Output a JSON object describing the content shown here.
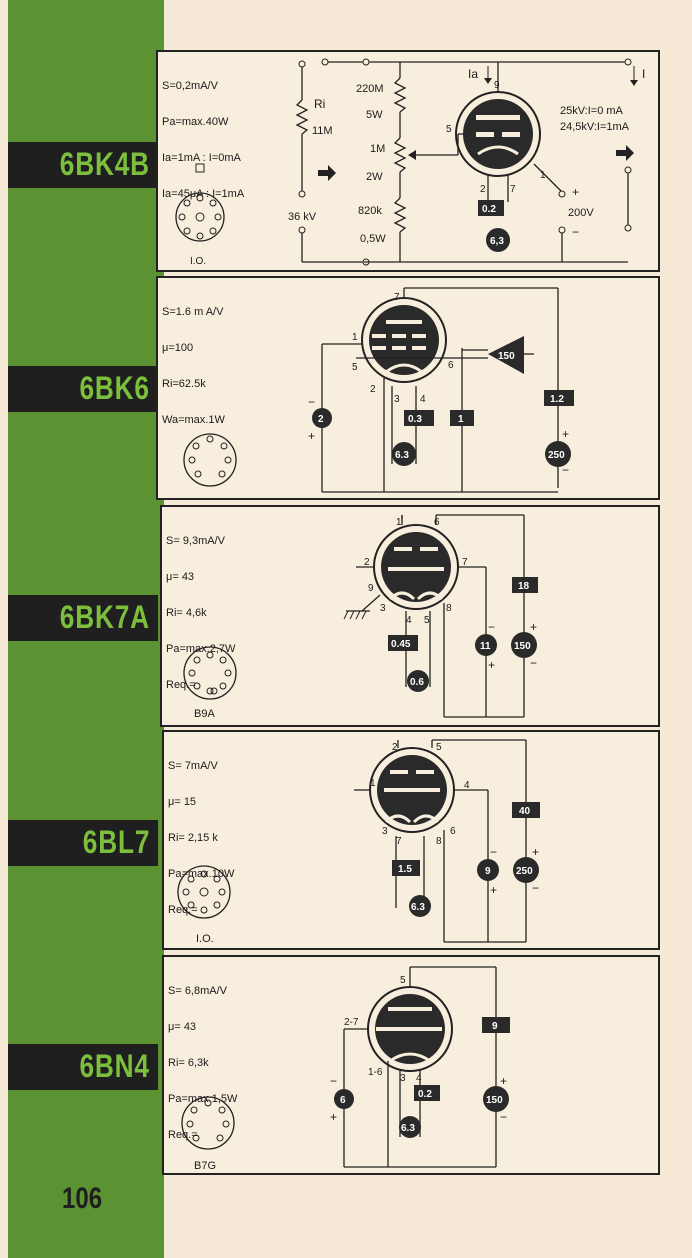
{
  "page_number": "106",
  "tubes": [
    {
      "name": "6BK4B",
      "specs": [
        "S=0,2mA/V",
        "Pa=max.40W",
        "Ia=1mA : I=0mA",
        "Ia=45μA : I=1mA"
      ],
      "base": "I.O.",
      "circuit": {
        "ri": "Ri",
        "ri_val": "11M",
        "kv": "36 kV",
        "r1": "220M",
        "r1w": "5W",
        "r2": "1M",
        "r2w": "2W",
        "r3": "820k",
        "r3w": "0,5W",
        "ia": "Ia",
        "i": "I",
        "v1": "25kV:I=0 mA",
        "v2": "24,5kV:I=1mA",
        "grid_bias": "0.2",
        "heater": "6,3",
        "anode_v": "200V"
      }
    },
    {
      "name": "6BK6",
      "specs": [
        "S=1.6 m A/V",
        "μ=100",
        "Ri=62.5k",
        "Wa=max.1W"
      ],
      "base": "",
      "circuit": {
        "g_bias": "2",
        "heater": "6.3",
        "k": "0.3",
        "s": "1",
        "a": "1.2",
        "v": "250",
        "sig": "150"
      }
    },
    {
      "name": "6BK7A",
      "specs": [
        "S= 9,3mA/V",
        "μ= 43",
        "Ri= 4,6k",
        "Pa=max.2,7W",
        "Req.="
      ],
      "base": "B9A",
      "circuit": {
        "k": "0.45",
        "heater": "0.6",
        "g": "11",
        "v": "150",
        "a": "18"
      }
    },
    {
      "name": "6BL7",
      "specs": [
        "S= 7mA/V",
        "μ= 15",
        "Ri= 2,15 k",
        "Pa=max.10W",
        "Req.="
      ],
      "base": "I.O.",
      "circuit": {
        "k": "1.5",
        "heater": "6.3",
        "g": "9",
        "v": "250",
        "a": "40"
      }
    },
    {
      "name": "6BN4",
      "specs": [
        "S= 6,8mA/V",
        "μ= 43",
        "Ri= 6,3k",
        "Pa=max.1,5W",
        "Req.="
      ],
      "base": "B7G",
      "circuit": {
        "k": "0.2",
        "heater": "6.3",
        "g": "6",
        "v": "150",
        "a": "9"
      }
    }
  ]
}
